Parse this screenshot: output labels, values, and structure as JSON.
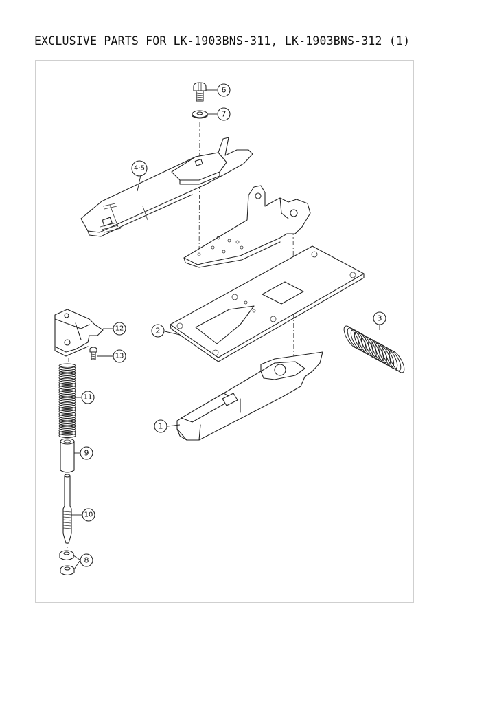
{
  "title": "EXCLUSIVE PARTS FOR LK-1903BNS-311, LK-1903BNS-312 (1)",
  "callouts": {
    "c1": "1",
    "c2": "2",
    "c3": "3",
    "c45": "4·5",
    "c6": "6",
    "c7": "7",
    "c8": "8",
    "c9": "9",
    "c10": "10",
    "c11": "11",
    "c12": "12",
    "c13": "13"
  }
}
